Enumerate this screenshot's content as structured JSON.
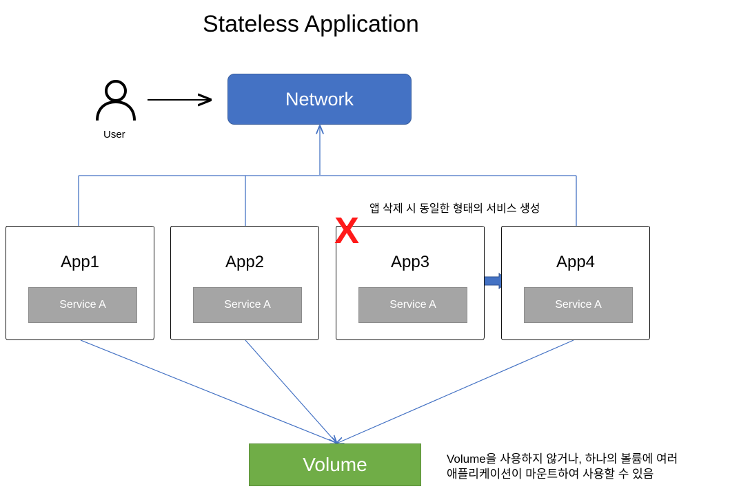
{
  "title": "Stateless Application",
  "user": {
    "label": "User",
    "icon": "user-icon"
  },
  "network": {
    "label": "Network"
  },
  "apps": [
    {
      "label": "App1",
      "service": "Service A"
    },
    {
      "label": "App2",
      "service": "Service A"
    },
    {
      "label": "App3",
      "service": "Service A"
    },
    {
      "label": "App4",
      "service": "Service A"
    }
  ],
  "deleted_mark": "X",
  "delete_note": "앱 삭제 시 동일한 형태의 서비스 생성",
  "volume": {
    "label": "Volume"
  },
  "volume_note": {
    "line1": "Volume을 사용하지 않거나, 하나의 볼륨에 여러",
    "line2": "애플리케이션이 마운트하여  사용할 수 있음"
  },
  "colors": {
    "network": "#4472c4",
    "service": "#a5a5a5",
    "volume": "#70ad47",
    "connector": "#4472c4",
    "delete_mark": "#ff1a1a"
  }
}
